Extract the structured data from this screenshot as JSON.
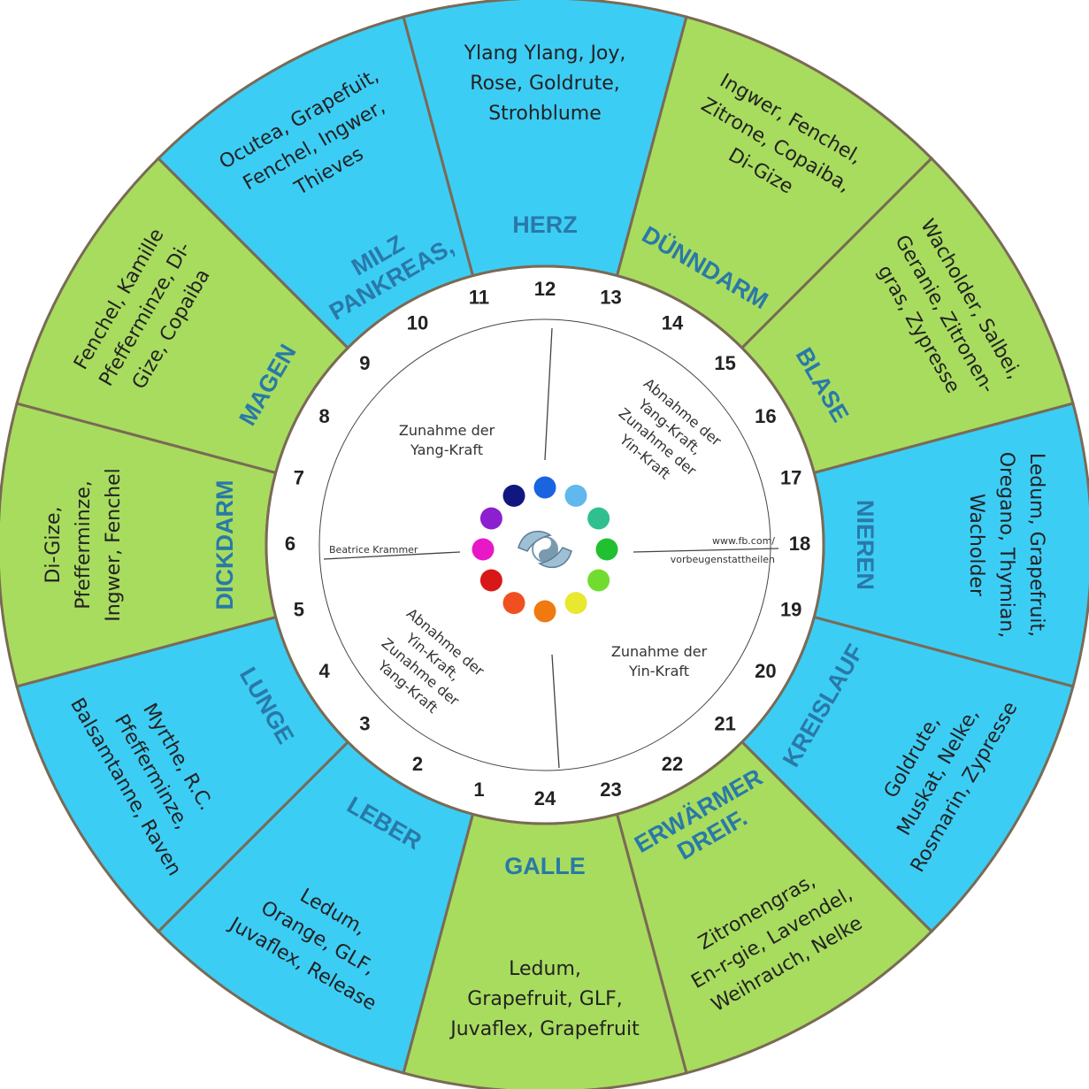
{
  "colors": {
    "blue": "#3ccdf5",
    "green": "#a8dc5e",
    "divider": "#7a6a55",
    "organ_text": "#2979a8"
  },
  "segments": [
    {
      "organ": "HERZ",
      "oils": [
        "Ylang Ylang, Joy,",
        "Rose, Goldrute,",
        "Strohblume"
      ],
      "color": "blue"
    },
    {
      "organ": "DÜNNDARM",
      "oils": [
        "Ingwer, Fenchel,",
        "Zitrone, Copaiba,",
        "Di-Gize"
      ],
      "color": "green"
    },
    {
      "organ": "BLASE",
      "oils": [
        "Wacholder, Salbei,",
        "Geranie, Zitronen-",
        "gras, Zypresse"
      ],
      "color": "green"
    },
    {
      "organ": "NIEREN",
      "oils": [
        "Ledum, Grapefruit,",
        "Oregano, Thymian,",
        "Wacholder"
      ],
      "color": "blue"
    },
    {
      "organ": "KREISLAUF",
      "oils": [
        "Goldrute,",
        "Muskat, Nelke,",
        "Rosmarin, Zypresse"
      ],
      "color": "blue"
    },
    {
      "organ": [
        "DREIF.",
        "ERWÄRMER"
      ],
      "oils": [
        "Zitronengras,",
        "En-r-gie, Lavendel,",
        "Weihrauch, Nelke"
      ],
      "color": "green"
    },
    {
      "organ": "GALLE",
      "oils": [
        "Ledum,",
        "Grapefruit, GLF,",
        "Juvaflex, Grapefruit"
      ],
      "color": "green"
    },
    {
      "organ": "LEBER",
      "oils": [
        "Ledum,",
        "Orange, GLF,",
        "Juvaflex, Release"
      ],
      "color": "blue"
    },
    {
      "organ": "LUNGE",
      "oils": [
        "Myrthe, R.C.",
        "Pfefferminze,",
        "Balsamtanne, Raven"
      ],
      "color": "blue"
    },
    {
      "organ": "DICKDARM",
      "oils": [
        "Di-Gize,",
        "Pfefferminze,",
        "Ingwer, Fenchel"
      ],
      "color": "green"
    },
    {
      "organ": "MAGEN",
      "oils": [
        "Fenchel, Kamille",
        "Pfefferminze, Di-",
        "Gize, Copaiba"
      ],
      "color": "green"
    },
    {
      "organ": [
        "PANKREAS,",
        "MILZ"
      ],
      "oils": [
        "Ocutea, Grapefuit,",
        "Fenchel, Ingwer,",
        "Thieves"
      ],
      "color": "blue"
    }
  ],
  "hours": [
    "1",
    "2",
    "3",
    "4",
    "5",
    "6",
    "7",
    "8",
    "9",
    "10",
    "11",
    "12",
    "13",
    "14",
    "15",
    "16",
    "17",
    "18",
    "19",
    "20",
    "21",
    "22",
    "23",
    "24"
  ],
  "quadrants": {
    "top_left": [
      "Zunahme der",
      "Yang-Kraft"
    ],
    "top_right": [
      "Abnahme der",
      "Yang-Kraft,",
      "Zunahme der",
      "Yin-Kraft"
    ],
    "bottom_left": [
      "Abnahme der",
      "Yin-Kraft,",
      "Zunahme der",
      "Yang-Kraft"
    ],
    "bottom_right": [
      "Zunahme der",
      "Yin-Kraft"
    ]
  },
  "credits": {
    "left": "Beatrice Krammer",
    "right_line1": "www.fb.com/",
    "right_line2": "vorbeugenstattheilen"
  },
  "color_dots": [
    "#1a64e0",
    "#60b8ec",
    "#30c090",
    "#20c030",
    "#70dc30",
    "#e8e830",
    "#f07a10",
    "#f05020",
    "#d81818",
    "#e818c8",
    "#8c20d0",
    "#101880"
  ],
  "center_icon": "yin-yang-fish-icon"
}
